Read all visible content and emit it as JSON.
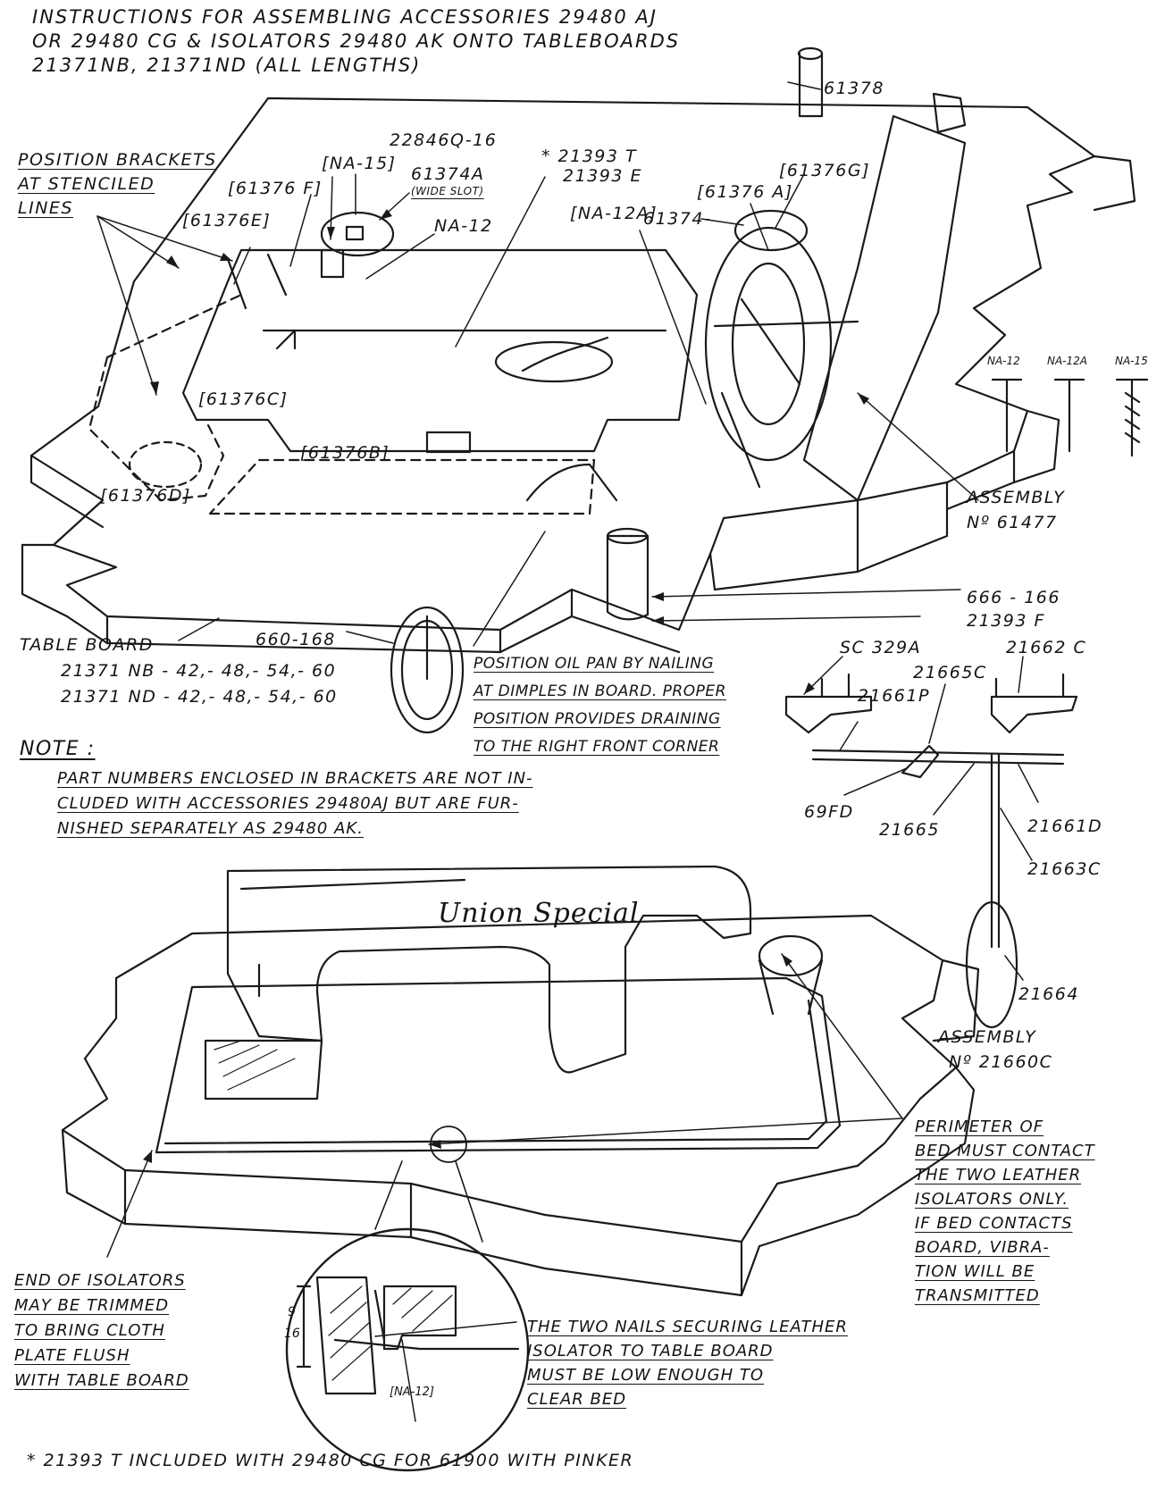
{
  "title": {
    "lines": [
      "INSTRUCTIONS FOR ASSEMBLING ACCESSORIES 29480 AJ",
      "OR 29480 CG & ISOLATORS 29480 AK ONTO TABLEBOARDS",
      "21371NB, 21371ND (ALL LENGTHS)"
    ]
  },
  "labels": {
    "p61378": "61378",
    "p22846q16": "22846Q-16",
    "p21393t": "* 21393 T",
    "p21393e": "21393 E",
    "na15": "[NA-15]",
    "p61374a": "61374A",
    "wide_slot": "(WIDE SLOT)",
    "p61376f": "[61376 F]",
    "p61376e": "[61376E]",
    "na12": "NA-12",
    "na12a": "[NA-12A]",
    "p61374": "61374-",
    "p61376a": "[61376 A]",
    "p61376g": "[61376G]",
    "p61376c": "[61376C]",
    "p61376b": "[61376B]",
    "p61376d": "[61376D]",
    "assembly_a": "ASSEMBLY",
    "assembly_a_no": "Nº 61477",
    "p666_166": "666 - 166",
    "p21393f": "21393 F",
    "p660_168": "660-168",
    "sc329a": "SC 329A",
    "p21662c": "21662 C",
    "p21665c": "21665C",
    "p21661p": "21661P",
    "p69fd": "69FD",
    "p21665": "21665",
    "p21661d": "21661D",
    "p21663c": "21663C",
    "p21664": "21664",
    "assembly_b": "ASSEMBLY",
    "assembly_b_no": "Nº 21660C",
    "brand": "Union Special",
    "na12_detail": "[NA-12]",
    "dim_num": "9",
    "dim_den": "16"
  },
  "nails": [
    "NA-12",
    "NA-12A",
    "NA-15"
  ],
  "position_brackets": [
    "POSITION BRACKETS",
    "AT STENCILED",
    "LINES"
  ],
  "table_board": [
    "TABLE BOARD",
    "21371 NB - 42,- 48,- 54,- 60",
    "21371 ND - 42,- 48,- 54,- 60"
  ],
  "oil_pan": [
    "POSITION OIL PAN BY NAILING",
    "AT DIMPLES IN BOARD. PROPER",
    "POSITION PROVIDES DRAINING",
    "TO THE RIGHT FRONT CORNER"
  ],
  "note_heading": "NOTE :",
  "note_body": [
    "PART NUMBERS ENCLOSED IN BRACKETS ARE NOT IN-",
    "CLUDED WITH ACCESSORIES 29480AJ BUT ARE FUR-",
    "NISHED SEPARATELY AS 29480 AK."
  ],
  "perimeter": [
    "PERIMETER OF",
    "BED MUST CONTACT",
    "THE TWO LEATHER",
    "ISOLATORS ONLY.",
    "IF BED CONTACTS",
    "BOARD, VIBRA-",
    "TION WILL BE",
    "TRANSMITTED"
  ],
  "end_isolators": [
    "END OF ISOLATORS",
    "MAY BE TRIMMED",
    "TO BRING CLOTH",
    "PLATE FLUSH",
    "WITH TABLE BOARD"
  ],
  "two_nails": [
    "THE TWO NAILS SECURING LEATHER",
    "ISOLATOR TO TABLE BOARD",
    "MUST BE LOW ENOUGH TO",
    "CLEAR BED"
  ],
  "footnote": "* 21393 T INCLUDED WITH 29480 CG FOR 61900 WITH PINKER"
}
